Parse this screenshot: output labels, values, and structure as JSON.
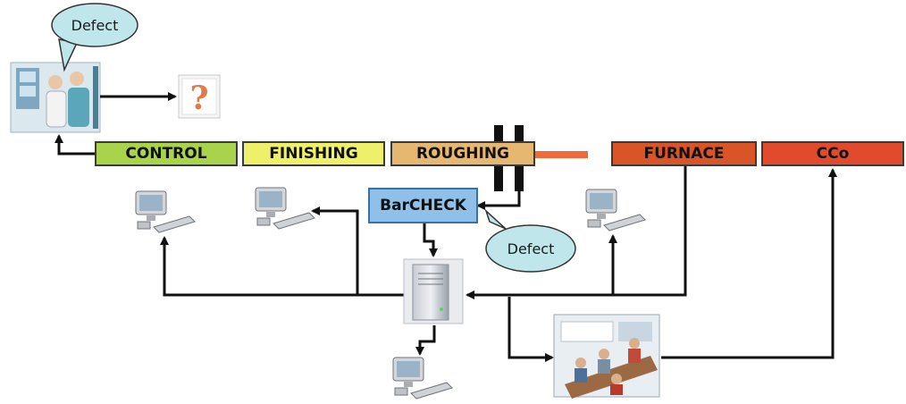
{
  "callouts": {
    "operator_defect": "Defect",
    "barcheck_defect": "Defect"
  },
  "question_mark": "?",
  "stands": {
    "control": "CONTROL",
    "finishing": "FINISHING",
    "roughing": "ROUGHING",
    "furnace": "FURNACE",
    "cco": "CCo"
  },
  "barcheck": "BarCHECK",
  "colors": {
    "control": "#a8d34a",
    "finishing": "#eef06a",
    "roughing": "#e6b771",
    "furnace": "#d95426",
    "cco": "#e14a2c",
    "barcheck": "#8fc0ea",
    "bubble": "#bfe6ea",
    "bar_hot": "#f06a3a"
  },
  "icons": [
    "operator-icon",
    "question-mark-icon",
    "computer-icon",
    "server-icon",
    "meeting-room-icon",
    "gauge-frame-icon"
  ]
}
